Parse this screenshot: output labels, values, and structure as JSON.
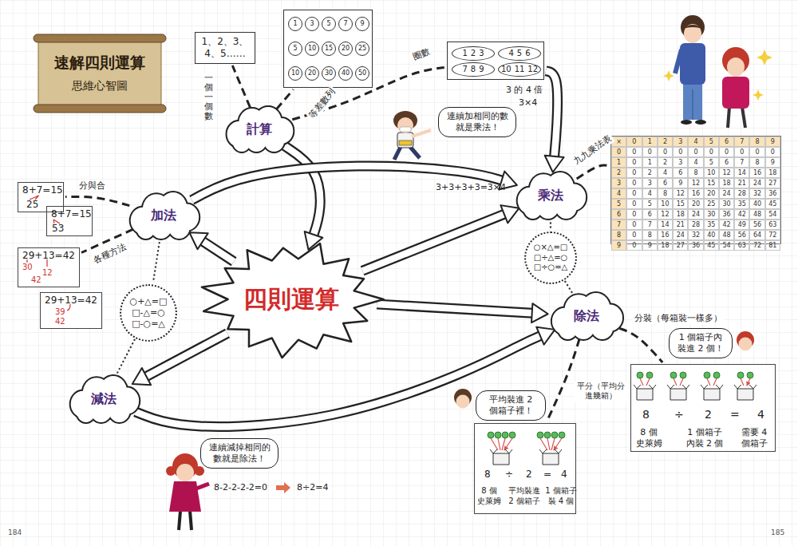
{
  "diagram": {
    "nodes": [
      {
        "text": [
          "速解四則運算",
          "思維心智圖"
        ]
      },
      {
        "text": [
          "計算"
        ]
      },
      {
        "text": [
          "1、2、3、 4、5……"
        ]
      },
      {
        "text": []
      },
      {
        "text": [
          "1"
        ],
        "in": 3
      },
      {
        "text": [
          "3"
        ],
        "in": 3
      },
      {
        "text": [
          "5"
        ],
        "in": 3
      },
      {
        "text": [
          "7"
        ],
        "in": 3
      },
      {
        "text": [
          "9"
        ],
        "in": 3
      },
      {
        "text": [
          "5"
        ],
        "in": 3
      },
      {
        "text": [
          "10"
        ],
        "in": 3
      },
      {
        "text": [
          "15"
        ],
        "in": 3
      },
      {
        "text": [
          "20"
        ],
        "in": 3
      },
      {
        "text": [
          "25"
        ],
        "in": 3
      },
      {
        "text": [
          "10"
        ],
        "in": 3
      },
      {
        "text": [
          "20"
        ],
        "in": 3
      },
      {
        "text": [
          "30"
        ],
        "in": 3
      },
      {
        "text": [
          "40"
        ],
        "in": 3
      },
      {
        "text": [
          "50"
        ],
        "in": 3
      },
      {
        "text": []
      },
      {
        "text": [
          "1",
          "2",
          "3"
        ],
        "in": 19
      },
      {
        "text": [
          "4",
          "5",
          "6"
        ],
        "in": 19
      },
      {
        "text": [
          "7",
          "8",
          "9"
        ],
        "in": 19
      },
      {
        "text": [
          "10",
          "11",
          "12"
        ],
        "in": 19
      },
      {
        "text": [
          "連續加相同的數 就是乘法！"
        ]
      },
      {
        "text": [
          "乘法"
        ]
      },
      {
        "text": [
          "×",
          "0",
          "1",
          "2",
          "3",
          "4",
          "5",
          "6",
          "7",
          "8",
          "9",
          "0",
          "0",
          "0",
          "0",
          "0",
          "0",
          "0",
          "0",
          "0",
          "0",
          "0",
          "1",
          "0",
          "1",
          "2",
          "3",
          "4",
          "5",
          "6",
          "7",
          "8",
          "9",
          "2",
          "0",
          "2",
          "4",
          "6",
          "8",
          "10",
          "12",
          "14",
          "16",
          "18",
          "3",
          "0",
          "3",
          "6",
          "9",
          "12",
          "15",
          "18",
          "21",
          "24",
          "27",
          "4",
          "0",
          "4",
          "8",
          "12",
          "16",
          "20",
          "24",
          "28",
          "32",
          "36",
          "5",
          "0",
          "5",
          "10",
          "15",
          "20",
          "25",
          "30",
          "35",
          "40",
          "45",
          "6",
          "0",
          "6",
          "12",
          "18",
          "24",
          "30",
          "36",
          "42",
          "48",
          "54",
          "7",
          "0",
          "7",
          "14",
          "21",
          "28",
          "35",
          "42",
          "49",
          "56",
          "63",
          "8",
          "0",
          "8",
          "16",
          "24",
          "32",
          "40",
          "48",
          "56",
          "64",
          "72",
          "9",
          "0",
          "9",
          "18",
          "27",
          "36",
          "45",
          "54",
          "63",
          "72",
          "81"
        ]
      },
      {
        "text": [
          "加法"
        ]
      },
      {
        "text": [
          "8+7=15",
          "25"
        ]
      },
      {
        "text": [
          "8+7=15",
          "53"
        ]
      },
      {
        "text": [
          "29+13=42",
          "30",
          "12",
          "42"
        ]
      },
      {
        "text": [
          "29+13=42",
          "39",
          "42"
        ]
      },
      {
        "text": [
          "○+△=□",
          "□-△=○",
          "□-○=△"
        ]
      },
      {
        "text": [
          "四則運算"
        ]
      },
      {
        "text": [
          "除法"
        ]
      },
      {
        "text": [
          "○×△=□",
          "□÷△=○",
          "□÷○=△"
        ]
      },
      {
        "text": [
          "1 個箱子內 裝進 2 個！"
        ]
      },
      {
        "text": [
          "8",
          "÷",
          "2",
          "=",
          "4",
          "8 個 史萊姆",
          "1 個箱子 內裝 2 個",
          "需要 4 個箱子"
        ]
      },
      {
        "text": [
          "減法"
        ]
      },
      {
        "text": [
          "平均裝進 2 個箱子裡！"
        ]
      },
      {
        "text": [
          "8",
          "÷",
          "2",
          "=",
          "4",
          "8 個 史萊姆",
          "平均裝進 2 個箱子",
          "1 個箱子 裝 4 個"
        ]
      },
      {
        "text": [
          "連續減掉相同的 數就是除法！"
        ]
      }
    ],
    "edges": [
      {
        "from": 1,
        "to": 2,
        "arrow": "none",
        "label": "一個一個數"
      },
      {
        "from": 1,
        "to": 3,
        "arrow": "none",
        "label": "等差數列"
      },
      {
        "from": 1,
        "to": 19,
        "arrow": "none",
        "label": "圈數"
      },
      {
        "from": 25,
        "to": 26,
        "arrow": "none",
        "label": "九九乘法表"
      },
      {
        "from": 27,
        "to": 28,
        "arrow": "none",
        "label": "分與合"
      },
      {
        "from": 27,
        "to": 30,
        "arrow": "none",
        "label": "各種方法"
      },
      {
        "from": 34,
        "to": 37,
        "arrow": "none",
        "label": "分裝（每箱裝一樣多）"
      },
      {
        "from": 34,
        "to": 40,
        "arrow": "none",
        "label": "平分（平均分 進幾箱）"
      },
      {
        "from": 1,
        "to": 33,
        "arrow": "to"
      },
      {
        "from": 33,
        "to": 27,
        "arrow": "to"
      },
      {
        "from": 33,
        "to": 25,
        "arrow": "to"
      },
      {
        "from": 33,
        "to": 34,
        "arrow": "to"
      },
      {
        "from": 33,
        "to": 38,
        "arrow": "to"
      },
      {
        "from": 27,
        "to": 25,
        "arrow": "to"
      },
      {
        "from": 38,
        "to": 34,
        "arrow": "to"
      },
      {
        "from": 19,
        "to": 25,
        "arrow": "to"
      },
      {
        "from": 27,
        "to": 32,
        "arrow": "none"
      },
      {
        "from": 32,
        "to": 38,
        "arrow": "none"
      },
      {
        "from": 25,
        "to": 35,
        "arrow": "none"
      },
      {
        "from": 35,
        "to": 34,
        "arrow": "none"
      }
    ],
    "labels": [
      "3 的 4 倍",
      "3×4",
      "3+3+3+3=3×4",
      "8-2-2-2-2=0",
      "8÷2=4",
      "184",
      "185"
    ]
  }
}
